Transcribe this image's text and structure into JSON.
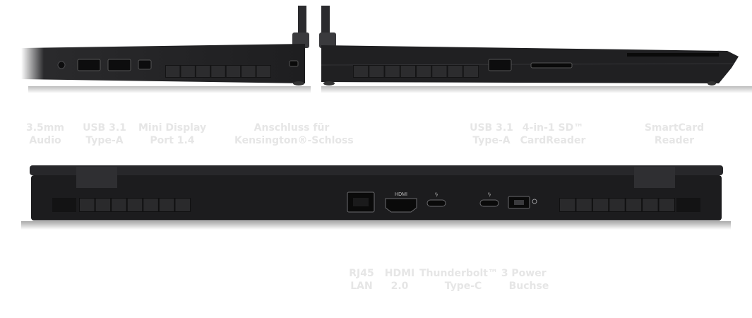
{
  "side_ports": [
    {
      "line1": "3.5mm",
      "line2": "Audio"
    },
    {
      "line1": "USB 3.1",
      "line2": "Type-A"
    },
    {
      "line1": "Mini Display",
      "line2": "Port 1.4"
    },
    {
      "line1": "Anschluss für",
      "line2": "Kensington®-Schloss"
    },
    {
      "line1": "USB 3.1",
      "line2": "Type-A"
    },
    {
      "line1": "4-in-1 SD™",
      "line2": "CardReader"
    },
    {
      "line1": "SmartCard",
      "line2": "Reader"
    }
  ],
  "rear_ports": [
    {
      "line1": "RJ45",
      "line2": "LAN"
    },
    {
      "line1": "HDMI",
      "line2": "2.0"
    },
    {
      "line1": "Thunderbolt™ 3",
      "line2": "Type-C"
    },
    {
      "line1": "Power",
      "line2": "Buchse"
    }
  ],
  "port_markings": {
    "hdmi": "HDMI"
  },
  "colors": {
    "chassis": "#1c1c1e",
    "chassis_edge": "#3a3a3c",
    "label_text": "#e6e6e6"
  }
}
